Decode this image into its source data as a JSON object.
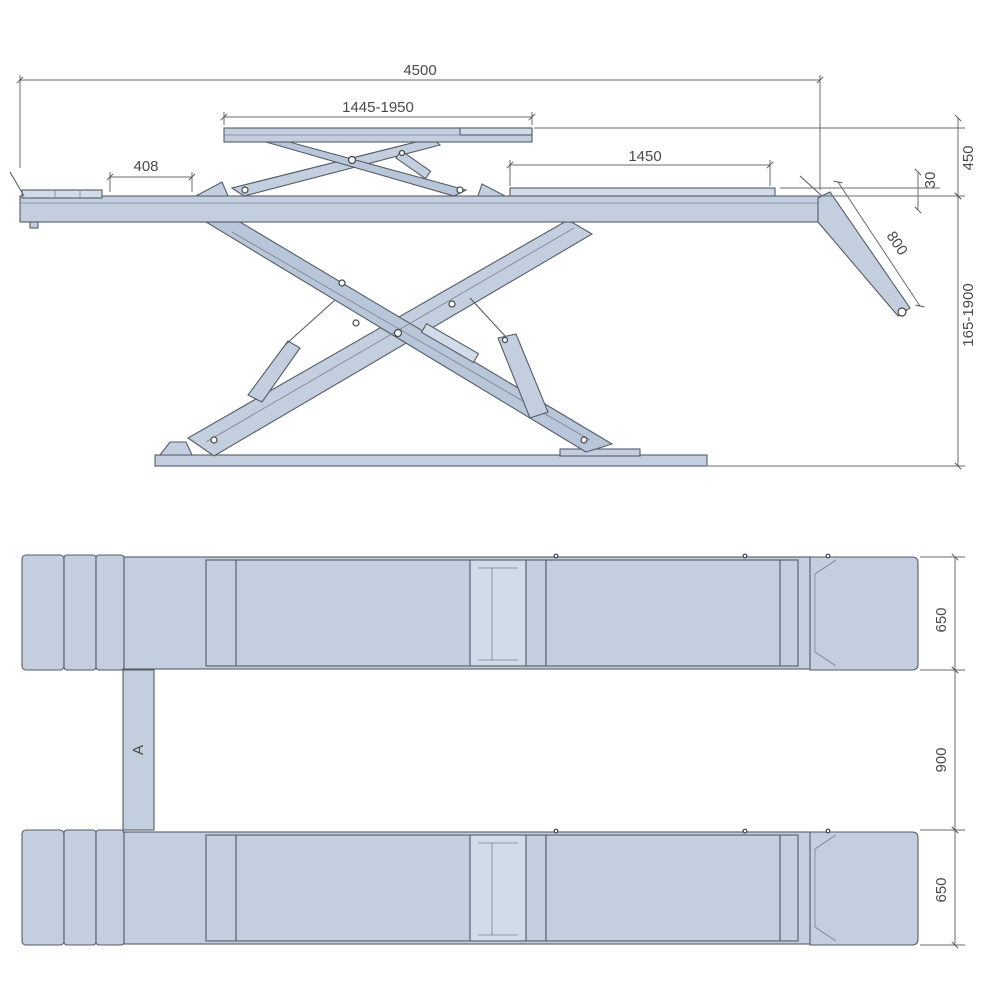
{
  "colors": {
    "metal": "#c3cfdf",
    "metal_dark": "#aebcd0",
    "outline": "#555c66",
    "dimension": "#6b6b6b"
  },
  "dimensions": {
    "overall_length": "4500",
    "upper_platform_length": "1445-1950",
    "ramp_section": "408",
    "rear_plate": "1450",
    "upper_platform_height": "450",
    "plate_height": "30",
    "ramp_length": "800",
    "lift_height_range": "165-1900",
    "runway_width_top": "650",
    "runway_gap": "900",
    "runway_width_bottom": "650"
  },
  "labels": {
    "crossbar_marker": "A"
  }
}
